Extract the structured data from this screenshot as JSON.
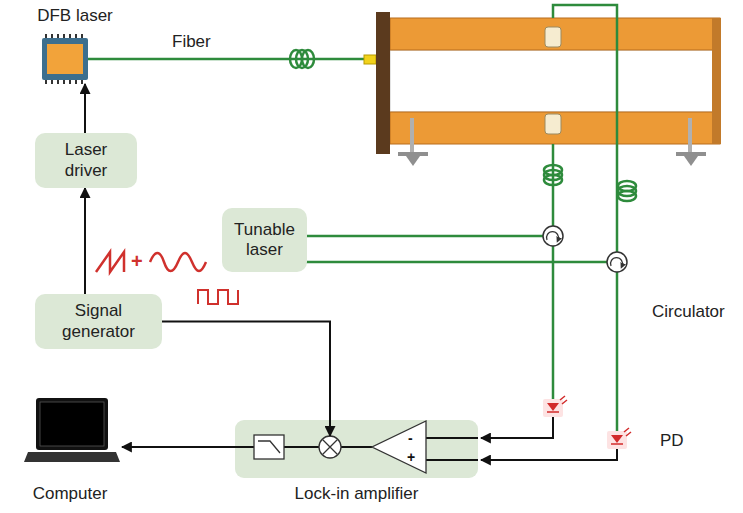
{
  "diagram": {
    "nodes": [
      {
        "text": [
          "DFB laser"
        ]
      },
      {
        "text": [
          "Laser driver"
        ]
      },
      {
        "text": [
          "Tunable laser"
        ]
      },
      {
        "text": [
          "Signal generator"
        ]
      },
      {
        "text": [
          "Computer"
        ]
      },
      {
        "text": [
          "Lock-in amplifier"
        ]
      }
    ],
    "edges": [
      {
        "from": 1,
        "to": 0,
        "arrow": "to"
      },
      {
        "from": 3,
        "to": 1,
        "arrow": "to"
      },
      {
        "from": 3,
        "to": 5,
        "arrow": "to"
      },
      {
        "from": 5,
        "to": 4,
        "arrow": "to"
      }
    ],
    "labels": [
      "Fiber",
      "+",
      "Circulator",
      "PD",
      "-",
      "+"
    ]
  }
}
